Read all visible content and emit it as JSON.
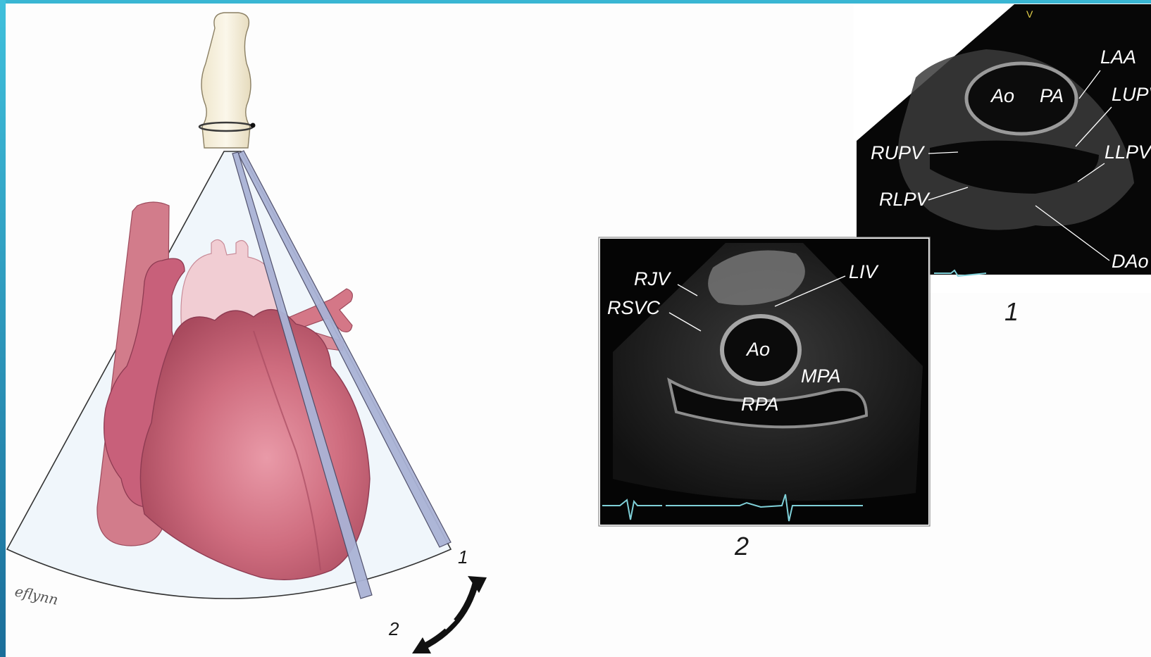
{
  "colors": {
    "frame_accent": "#39b6d3",
    "heart": "#cf6d7f",
    "heart_dark": "#b14e63",
    "vessel": "#d17585",
    "plane": "#a9b3d4",
    "ecg_trace": "#7fd0d8",
    "echo_background": "#060606"
  },
  "illustration": {
    "signature": "eflynn",
    "plane_1_label": "1",
    "plane_2_label": "2",
    "rotation_arrow_icon": "double-curved-arrow"
  },
  "echo_panel_1": {
    "number": "1",
    "marker_v": "V",
    "labels": {
      "ao": "Ao",
      "pa": "PA",
      "laa": "LAA",
      "lupv": "LUPV",
      "llpv": "LLPV",
      "rupv": "RUPV",
      "rlpv": "RLPV",
      "dao": "DAo"
    }
  },
  "echo_panel_2": {
    "number": "2",
    "labels": {
      "rjv": "RJV",
      "rsvc": "RSVC",
      "liv": "LIV",
      "ao": "Ao",
      "mpa": "MPA",
      "rpa": "RPA"
    }
  }
}
